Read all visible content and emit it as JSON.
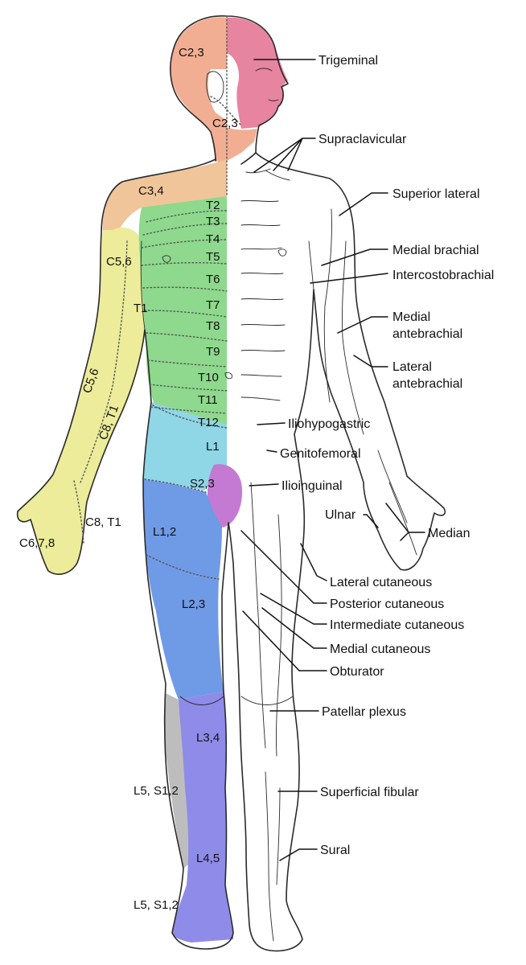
{
  "colors": {
    "cervical_upper": "#f2ae93",
    "trigeminal": "#e7849f",
    "cervical_shoulder": "#f1c59a",
    "arm": "#ecec9a",
    "thoracic": "#8ed98d",
    "lumbar1": "#8fd6e6",
    "sacral": "#c47ad3",
    "lumbar_thigh": "#6f9ae6",
    "lumbar_leg": "#8f8be8",
    "sacral_lateral": "#bdbdbd",
    "line": "#111111"
  },
  "dermatome_labels": [
    {
      "id": "c23-top",
      "text": "C2,3"
    },
    {
      "id": "c23-neck",
      "text": "C2,3"
    },
    {
      "id": "c34",
      "text": "C3,4"
    },
    {
      "id": "t2",
      "text": "T2"
    },
    {
      "id": "t3",
      "text": "T3"
    },
    {
      "id": "t4",
      "text": "T4"
    },
    {
      "id": "t5",
      "text": "T5"
    },
    {
      "id": "c56-upper",
      "text": "C5,6"
    },
    {
      "id": "t6",
      "text": "T6"
    },
    {
      "id": "t1",
      "text": "T1"
    },
    {
      "id": "t7",
      "text": "T7"
    },
    {
      "id": "t8",
      "text": "T8"
    },
    {
      "id": "t9",
      "text": "T9"
    },
    {
      "id": "c56-forearm",
      "text": "C5,6"
    },
    {
      "id": "t10",
      "text": "T10"
    },
    {
      "id": "c8t1-forearm",
      "text": "C8, T1"
    },
    {
      "id": "t11",
      "text": "T11"
    },
    {
      "id": "t12",
      "text": "T12"
    },
    {
      "id": "l1",
      "text": "L1"
    },
    {
      "id": "s23",
      "text": "S2,3"
    },
    {
      "id": "c8t1-hand",
      "text": "C8, T1"
    },
    {
      "id": "l12",
      "text": "L1,2"
    },
    {
      "id": "c678",
      "text": "C6,7,8"
    },
    {
      "id": "l23",
      "text": "L2,3"
    },
    {
      "id": "l34",
      "text": "L3,4"
    },
    {
      "id": "l5s12-upper",
      "text": "L5, S1,2"
    },
    {
      "id": "l45",
      "text": "L4,5"
    },
    {
      "id": "l5s12-lower",
      "text": "L5, S1,2"
    }
  ],
  "nerve_labels": [
    {
      "id": "trigeminal",
      "lines": [
        "Trigeminal"
      ]
    },
    {
      "id": "supraclavicular",
      "lines": [
        "Supraclavicular"
      ]
    },
    {
      "id": "superior-lateral",
      "lines": [
        "Superior lateral"
      ]
    },
    {
      "id": "medial-brachial",
      "lines": [
        "Medial brachial"
      ]
    },
    {
      "id": "intercostobrachial",
      "lines": [
        "Intercostobrachial"
      ]
    },
    {
      "id": "medial-antebrachial",
      "lines": [
        "Medial",
        "antebrachial"
      ]
    },
    {
      "id": "lateral-antebrachial",
      "lines": [
        "Lateral",
        "antebrachial"
      ]
    },
    {
      "id": "iliohypogastric",
      "lines": [
        "Iliohypogastric"
      ]
    },
    {
      "id": "genitofemoral",
      "lines": [
        "Genitofemoral"
      ]
    },
    {
      "id": "ilioinguinal",
      "lines": [
        "Ilioinguinal"
      ]
    },
    {
      "id": "ulnar",
      "lines": [
        "Ulnar"
      ]
    },
    {
      "id": "median",
      "lines": [
        "Median"
      ]
    },
    {
      "id": "lateral-cutaneous",
      "lines": [
        "Lateral cutaneous"
      ]
    },
    {
      "id": "posterior-cutaneous",
      "lines": [
        "Posterior cutaneous"
      ]
    },
    {
      "id": "intermediate-cutaneous",
      "lines": [
        "Intermediate cutaneous"
      ]
    },
    {
      "id": "medial-cutaneous",
      "lines": [
        "Medial cutaneous"
      ]
    },
    {
      "id": "obturator",
      "lines": [
        "Obturator"
      ]
    },
    {
      "id": "patellar-plexus",
      "lines": [
        "Patellar plexus"
      ]
    },
    {
      "id": "superficial-fibular",
      "lines": [
        "Superficial fibular"
      ]
    },
    {
      "id": "sural",
      "lines": [
        "Sural"
      ]
    }
  ]
}
